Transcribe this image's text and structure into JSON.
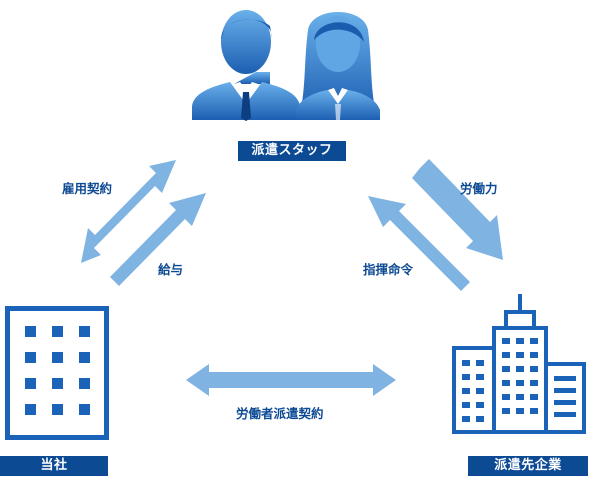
{
  "nodes": {
    "staff_label": "派遣スタッフ",
    "company_label": "当社",
    "client_label": "派遣先企業"
  },
  "relations": {
    "employment_contract": "雇用契約",
    "salary": "給与",
    "labor": "労働力",
    "direction": "指揮命令",
    "dispatch_contract": "労働者派遣契約"
  },
  "colors": {
    "primary": "#0d4a94",
    "person_gradient_top": "#6ab0ea",
    "person_gradient_bottom": "#1c5fb2",
    "arrow": "#7fb3e2",
    "building_outline": "#1a63b8",
    "building_window": "#1a63b8"
  },
  "icons": {
    "staff": [
      "male-person-icon",
      "female-person-icon"
    ],
    "company": "office-building-icon",
    "client": "skyscraper-cluster-icon"
  }
}
